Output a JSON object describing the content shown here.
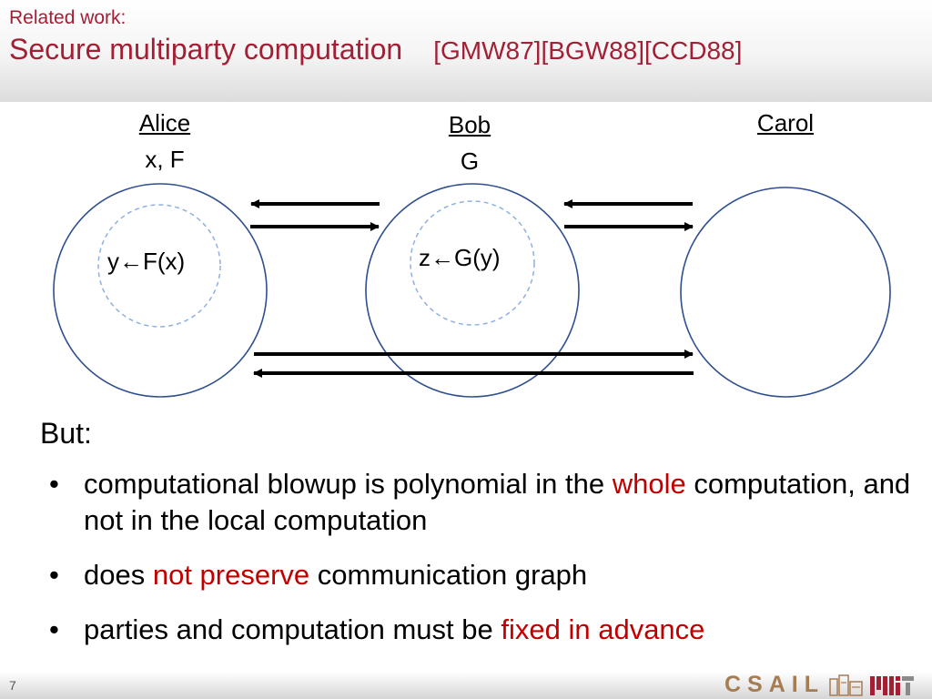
{
  "header": {
    "subtitle": "Related work:",
    "title": "Secure multiparty computation",
    "citation": "[GMW87][BGW88][CCD88]"
  },
  "parties": [
    {
      "name": "Alice",
      "input": "x, F",
      "computation": "y←F(x)"
    },
    {
      "name": "Bob",
      "input": "G",
      "computation": "z←G(y)"
    },
    {
      "name": "Carol",
      "input": "",
      "computation": ""
    }
  ],
  "body": {
    "but": "But:",
    "bullets": [
      {
        "before": "computational blowup is polynomial in the ",
        "highlight": "whole",
        "after": " computation, and not in the local computation"
      },
      {
        "before": "does ",
        "highlight": "not preserve",
        "after": " communication graph"
      },
      {
        "before": "parties and computation must be ",
        "highlight": "fixed in advance",
        "after": ""
      }
    ]
  },
  "footer": {
    "page_number": "7",
    "logo_text": "CSAIL",
    "logo_mark": "MIT"
  },
  "colors": {
    "title_red": "#a31f34",
    "highlight_red": "#c00000",
    "circle_blue": "#2f4f8f",
    "inner_dashed": "#8fb0e0",
    "logo_brown": "#a67c52"
  }
}
